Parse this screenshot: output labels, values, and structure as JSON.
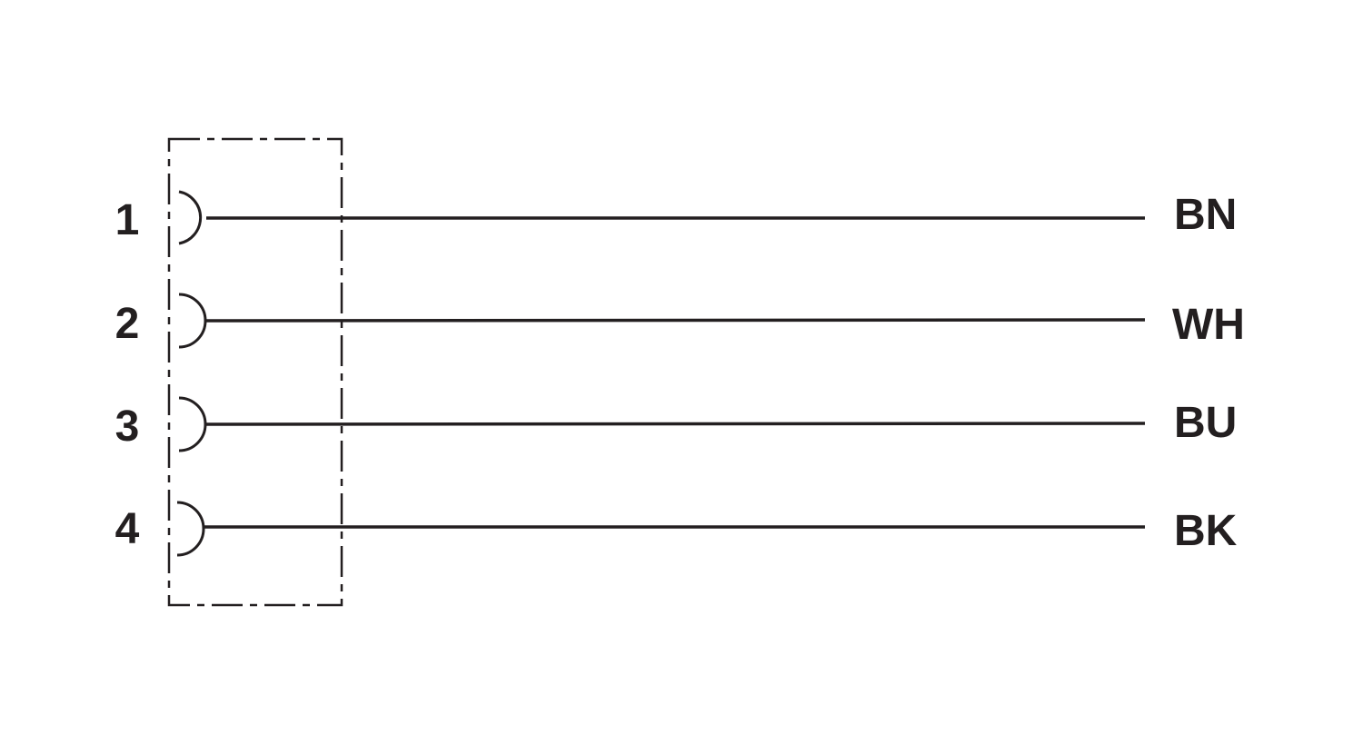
{
  "pins": [
    {
      "number": "1",
      "color_code": "BN"
    },
    {
      "number": "2",
      "color_code": "WH"
    },
    {
      "number": "3",
      "color_code": "BU"
    },
    {
      "number": "4",
      "color_code": "BK"
    }
  ],
  "line_color": "#231f20",
  "background_color": "#ffffff"
}
